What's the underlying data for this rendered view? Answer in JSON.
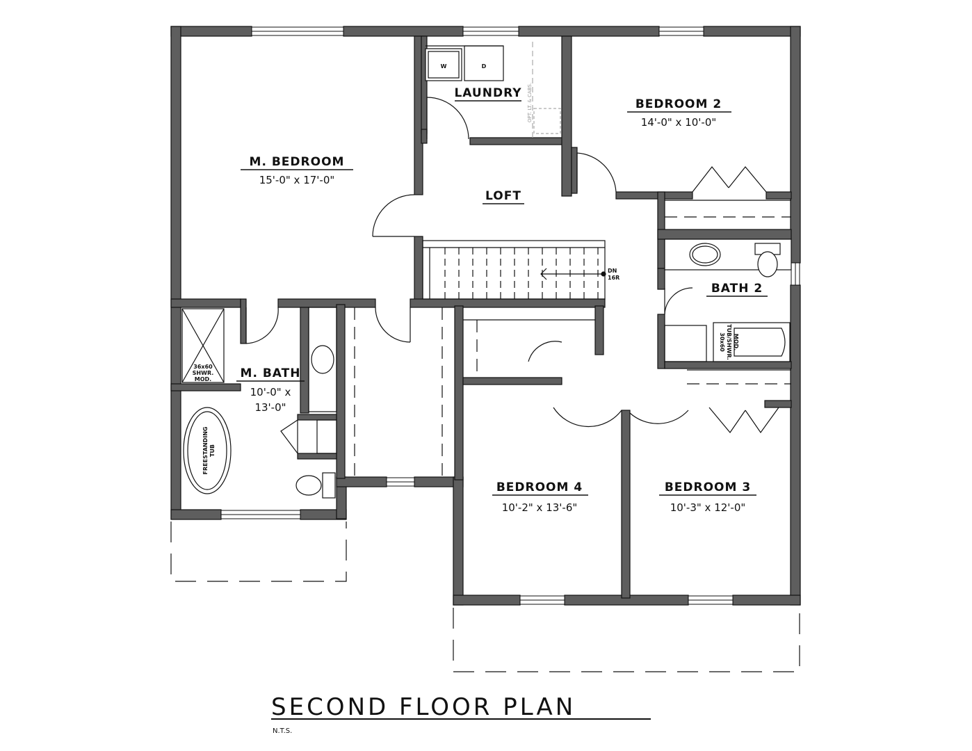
{
  "plan": {
    "title": "SECOND FLOOR PLAN",
    "scale_note": "N.T.S.",
    "colors": {
      "wall": "#5e5e5e",
      "line": "#111111",
      "background": "#ffffff"
    }
  },
  "rooms": {
    "master_bedroom": {
      "name": "M. BEDROOM",
      "dims": "15'-0\" x 17'-0\""
    },
    "laundry": {
      "name": "LAUNDRY"
    },
    "bedroom2": {
      "name": "BEDROOM 2",
      "dims": "14'-0\" x 10'-0\""
    },
    "loft": {
      "name": "LOFT"
    },
    "bath2": {
      "name": "BATH 2"
    },
    "master_bath": {
      "name": "M. BATH",
      "dims_line1": "10'-0\" x",
      "dims_line2": "13'-0\""
    },
    "bedroom4": {
      "name": "BEDROOM 4",
      "dims": "10'-2\" x 13'-6\""
    },
    "bedroom3": {
      "name": "BEDROOM 3",
      "dims": "10'-3\" x 12'-0\""
    }
  },
  "fixtures": {
    "washer": "W",
    "dryer": "D",
    "laundry_cabinets_note": "OPT. LT. & CABS.",
    "stair_note_line1": "DN",
    "stair_note_line2": "16R",
    "master_shower_line1": "36x60",
    "master_shower_line2": "SHWR.",
    "master_shower_line3": "MOD.",
    "tub_label_line1": "FREESTANDING",
    "tub_label_line2": "TUB",
    "bath2_tub_line1": "30x60",
    "bath2_tub_line2": "TUB/SHWR.",
    "bath2_tub_line3": "MOD."
  }
}
